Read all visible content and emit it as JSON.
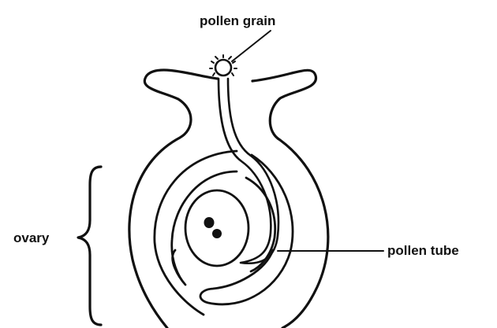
{
  "labels": {
    "pollen_grain": "pollen grain",
    "ovary": "ovary",
    "pollen_tube": "pollen tube"
  },
  "colors": {
    "ink": "#111111",
    "background": "#ffffff"
  }
}
